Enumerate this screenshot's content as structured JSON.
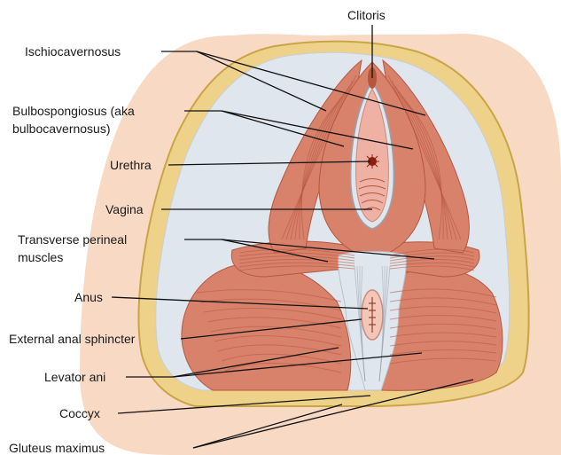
{
  "colors": {
    "skin": "#f8d9c4",
    "fat": "#efd28a",
    "fat_outline": "#c9a545",
    "fascia": "#dfe6ee",
    "muscle": "#d9826b",
    "muscle_dark": "#b7563f",
    "mucosa": "#efb1a3",
    "line": "#111111"
  },
  "labels": {
    "clitoris": "Clitoris",
    "ischiocavernosus": "Ischiocavernosus",
    "bulbospongiosus_line1": "Bulbospongiosus (aka",
    "bulbospongiosus_line2": "bulbocavernosus)",
    "urethra": "Urethra",
    "vagina": "Vagina",
    "transverse_line1": "Transverse perineal",
    "transverse_line2": "muscles",
    "anus": "Anus",
    "external_anal_sphincter": "External anal sphincter",
    "levator_ani": "Levator ani",
    "coccyx": "Coccyx",
    "gluteus_maximus": "Gluteus maximus"
  }
}
